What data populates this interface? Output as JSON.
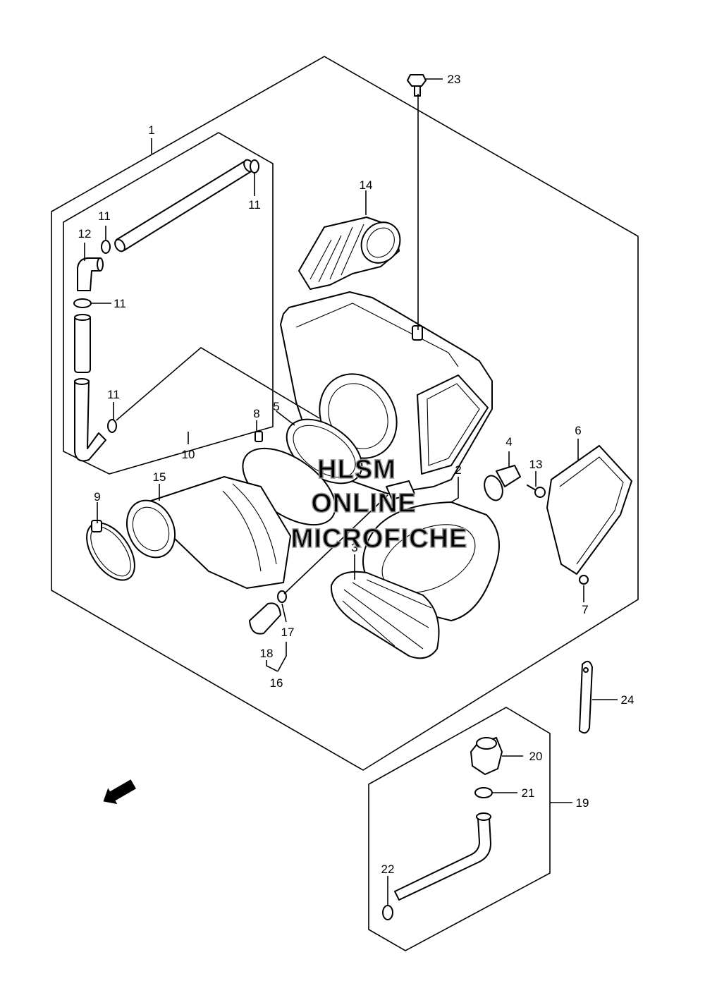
{
  "diagram": {
    "watermark": {
      "line1": "HLSM",
      "line2": "ONLINE",
      "line3": "MICROFICHE"
    },
    "direction_label": "FWD",
    "callouts": {
      "p1": "1",
      "p2": "2",
      "p3": "3",
      "p4": "4",
      "p5": "5",
      "p6": "6",
      "p7": "7",
      "p8": "8",
      "p9": "9",
      "p10": "10",
      "p11a": "11",
      "p11b": "11",
      "p11c": "11",
      "p11d": "11",
      "p12": "12",
      "p13": "13",
      "p14": "14",
      "p15": "15",
      "p16": "16",
      "p17": "17",
      "p18": "18",
      "p19": "19",
      "p20": "20",
      "p21": "21",
      "p22": "22",
      "p23": "23",
      "p24": "24"
    }
  }
}
